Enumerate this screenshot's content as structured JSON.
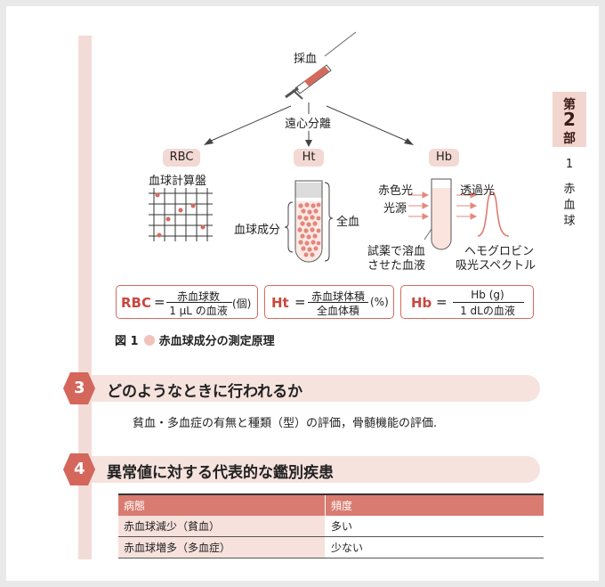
{
  "side": {
    "part_prefix": "第",
    "part_number": "2",
    "part_suffix": "部",
    "chapter_number": "1",
    "chapter_title": [
      "赤",
      "血",
      "球"
    ]
  },
  "figure": {
    "blood_draw": "採血",
    "centrifuge": "遠心分離",
    "rbc_label": "RBC",
    "ht_label": "Ht",
    "hb_label": "Hb",
    "hemocytometer": "血球計算盤",
    "cell_component": "血球成分",
    "whole_blood": "全血",
    "red_light": "赤色光",
    "light_source": "光源",
    "transmitted_light": "透過光",
    "reagent_line1": "試薬で溶血",
    "reagent_line2": "させた血液",
    "spectrum_line1": "ヘモグロビン",
    "spectrum_line2": "吸光スペクトル",
    "formula_rbc": {
      "name": "RBC",
      "eq": "=",
      "numerator": "赤血球数",
      "denominator": "1 μL の血液",
      "unit": "(個)"
    },
    "formula_ht": {
      "name": "Ht",
      "eq": "=",
      "numerator": "赤血球体積",
      "denominator": "全血体積",
      "unit": "(%)"
    },
    "formula_hb": {
      "name": "Hb",
      "eq": "=",
      "numerator": "Hb (g)",
      "denominator": "1 dLの血液"
    },
    "caption_prefix": "図 1",
    "caption_text": "赤血球成分の測定原理"
  },
  "section3": {
    "number": "3",
    "title": "どのようなときに行われるか",
    "body": "貧血・多血症の有無と種類（型）の評価，骨髄機能の評価."
  },
  "section4": {
    "number": "4",
    "title": "異常値に対する代表的な鑑別疾患",
    "table": {
      "headers": [
        "病態",
        "頻度"
      ],
      "rows": [
        [
          "赤血球減少（貧血）",
          "多い"
        ],
        [
          "赤血球増多（多血症）",
          "少ない"
        ]
      ]
    }
  },
  "colors": {
    "accent": "#d46a5e",
    "pink": "#f3dcd7",
    "header": "#d97b70"
  }
}
